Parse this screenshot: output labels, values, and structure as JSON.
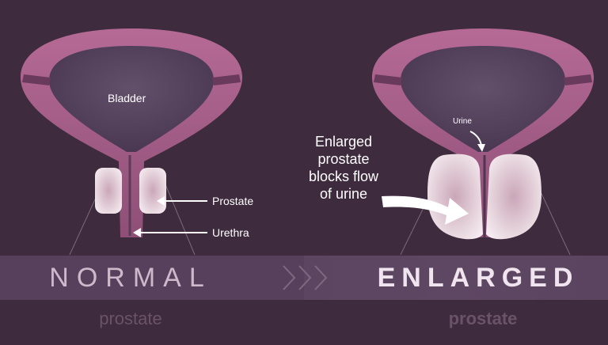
{
  "labels": {
    "bladder": "Bladder",
    "prostate": "Prostate",
    "urethra": "Urethra",
    "urine": "Urine",
    "blocks_line1": "Enlarged",
    "blocks_line2": "prostate",
    "blocks_line3": "blocks flow",
    "blocks_line4": "of urine"
  },
  "band": {
    "left_title": "NORMAL",
    "right_title": "ENLARGED",
    "left_sub": "prostate",
    "right_sub": "prostate",
    "chevron_icon": "triple-chevron-right-icon"
  },
  "colors": {
    "background": "#3e2b3d",
    "bladder_wall": "#a05f86",
    "bladder_inner": "#5a4662",
    "prostate": "#e8d6de",
    "arrow": "#ffffff"
  }
}
